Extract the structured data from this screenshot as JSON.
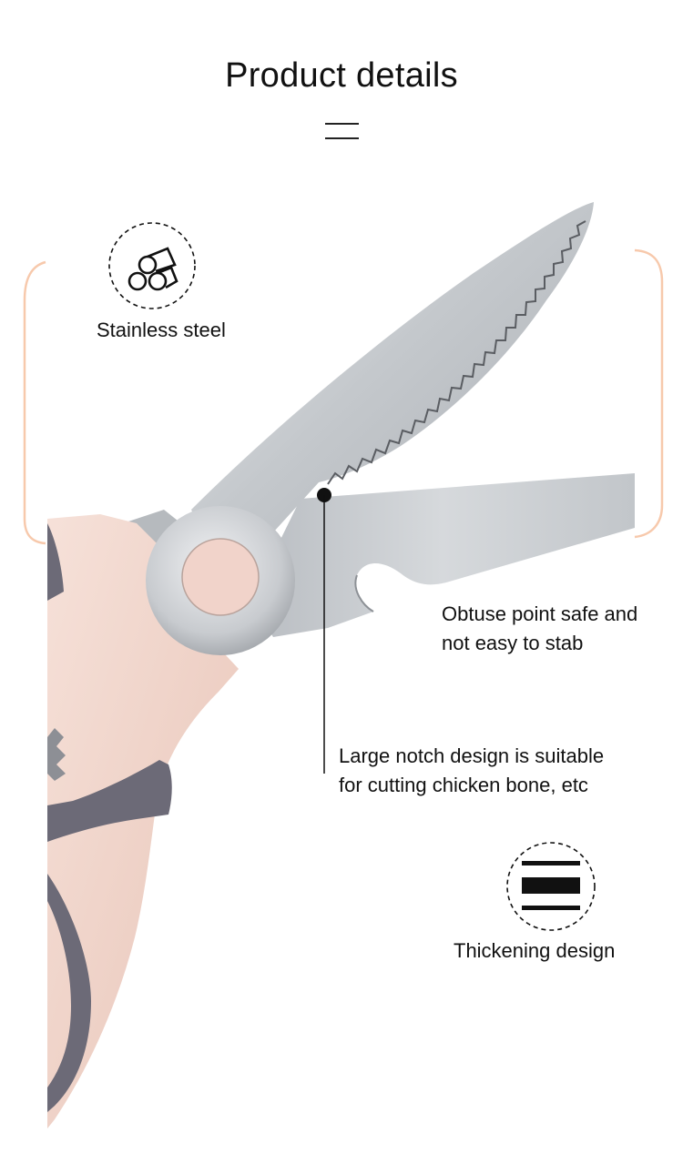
{
  "page": {
    "title": "Product details"
  },
  "features": {
    "stainless": {
      "icon": "steel-rods-icon",
      "label": "Stainless steel"
    },
    "obtuse_point": {
      "line1": "Obtuse point safe and",
      "line2": "not easy to stab"
    },
    "large_notch": {
      "line1": "Large notch design is suitable",
      "line2": "for cutting chicken bone, etc"
    },
    "thickening": {
      "icon": "layered-bars-icon",
      "label": "Thickening design"
    }
  },
  "colors": {
    "accent_peach": "#f7c9ac",
    "handle_pink": "#f1d6cd",
    "handle_gray": "#6c6a77",
    "blade_steel": "#c9ccd0",
    "text": "#111111"
  }
}
